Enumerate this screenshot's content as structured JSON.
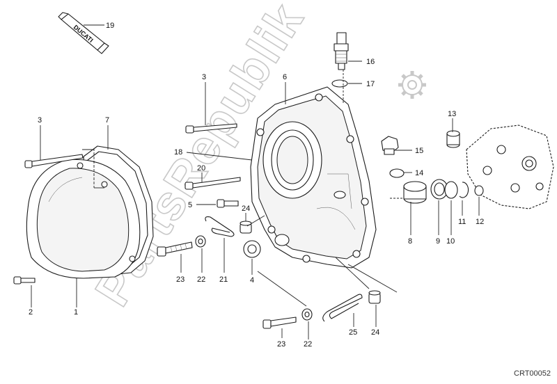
{
  "watermark": "PartsRepublik",
  "diagram_code": "CRT00052",
  "tube_brand": "DUCATI",
  "callouts": [
    "19",
    "16",
    "17",
    "3",
    "6",
    "13",
    "7",
    "3",
    "18",
    "15",
    "14",
    "20",
    "5",
    "24",
    "8",
    "9",
    "10",
    "11",
    "12",
    "23",
    "22",
    "21",
    "4",
    "2",
    "1",
    "23",
    "22",
    "25",
    "24"
  ],
  "icons": [
    "gear-icon"
  ]
}
